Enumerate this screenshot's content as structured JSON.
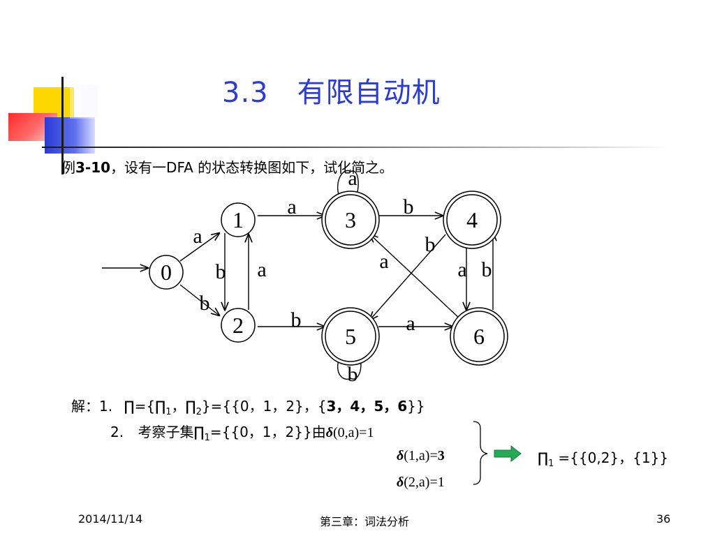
{
  "slide": {
    "title": "3.3　有限自动机",
    "example": {
      "prefix": "例",
      "number": "3-10",
      "text": "，设有一DFA 的状态转换图如下，试化简之。"
    }
  },
  "diagram": {
    "nodes": [
      {
        "id": "0",
        "label": "0",
        "final": false
      },
      {
        "id": "1",
        "label": "1",
        "final": false
      },
      {
        "id": "2",
        "label": "2",
        "final": false
      },
      {
        "id": "3",
        "label": "3",
        "final": true
      },
      {
        "id": "4",
        "label": "4",
        "final": true
      },
      {
        "id": "5",
        "label": "5",
        "final": true
      },
      {
        "id": "6",
        "label": "6",
        "final": true
      }
    ],
    "start": "0",
    "edges": [
      {
        "from": "0",
        "to": "1",
        "label": "a"
      },
      {
        "from": "0",
        "to": "2",
        "label": "b"
      },
      {
        "from": "1",
        "to": "2",
        "label": "b"
      },
      {
        "from": "2",
        "to": "1",
        "label": "a"
      },
      {
        "from": "1",
        "to": "3",
        "label": "a"
      },
      {
        "from": "2",
        "to": "5",
        "label": "b"
      },
      {
        "from": "3",
        "to": "3",
        "label": "a"
      },
      {
        "from": "3",
        "to": "4",
        "label": "b"
      },
      {
        "from": "5",
        "to": "5",
        "label": "b"
      },
      {
        "from": "5",
        "to": "6",
        "label": "a"
      },
      {
        "from": "4",
        "to": "5",
        "label": "b"
      },
      {
        "from": "6",
        "to": "3",
        "label": "a"
      },
      {
        "from": "4",
        "to": "6",
        "label": "a"
      },
      {
        "from": "6",
        "to": "4",
        "label": "b"
      }
    ]
  },
  "solution": {
    "line1": {
      "prefix": "解：1.",
      "pi_open": "∏={∏",
      "sub1": "1",
      "sep": "，",
      "pi2": "∏",
      "sub2": "2",
      "rest_a": "}={{0，1，2}，{",
      "rest_bold": "3，4，5，6",
      "rest_b": "}}"
    },
    "line2": {
      "prefix": "2.",
      "text_a": "考察子集∏",
      "sub": "1",
      "text_b": "={{0，1，2}}由",
      "delta": "δ",
      "eq": "(0,a)=1"
    },
    "line3": {
      "delta": "δ",
      "eq_a": "(1,a)=",
      "eq_bold": "3"
    },
    "line4": {
      "delta": "δ",
      "eq": "(2,a)=1"
    },
    "result": {
      "pi": "∏",
      "sub": "1",
      "text": "={{0,2}，{1}}"
    }
  },
  "footer": {
    "date": "2014/11/14",
    "chapter": "第三章：词法分析",
    "page": "36"
  },
  "colors": {
    "title": "#2b3bd6",
    "deco_yellow": "#ffd700",
    "deco_red": "#ff3030",
    "deco_blue": "#2a3ad8",
    "arrow_green": "#22aa55"
  }
}
